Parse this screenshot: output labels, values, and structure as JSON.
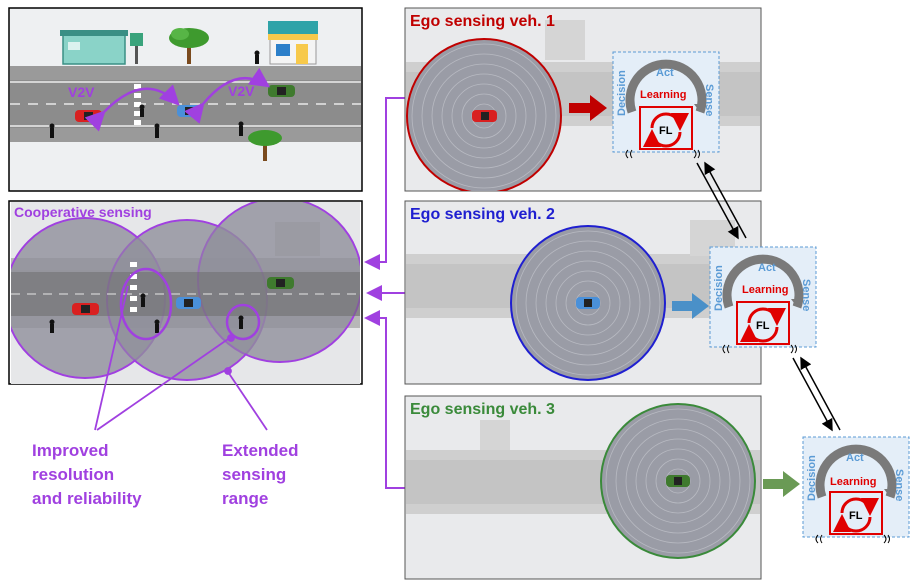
{
  "street": {
    "v2v_left": "V2V",
    "v2v_right": "V2V"
  },
  "cooperative": {
    "title": "Cooperative sensing",
    "annotation_resolution": [
      "Improved",
      "resolution",
      "and reliability"
    ],
    "annotation_range": [
      "Extended",
      "sensing",
      "range"
    ]
  },
  "ego_panels": [
    {
      "title": "Ego sensing veh. 1",
      "color": "#c00000",
      "car_color": "#d92020",
      "arrow_color": "#c00000"
    },
    {
      "title": "Ego sensing veh. 2",
      "color": "#1f1fd0",
      "car_color": "#4a90d9",
      "arrow_color": "#4a90c8"
    },
    {
      "title": "Ego sensing veh. 3",
      "color": "#3a8a3a",
      "car_color": "#3f7a2e",
      "arrow_color": "#6a9a55"
    }
  ],
  "cycle_box": {
    "act": "Act",
    "decision": "Decision",
    "sense": "Sense",
    "learning": "Learning",
    "fl": "FL"
  },
  "colors": {
    "purple": "#a040e0",
    "panel_bg": "#e6e7e9",
    "cycle_blue": "#5b9bd5",
    "learning_red": "#e00000"
  }
}
